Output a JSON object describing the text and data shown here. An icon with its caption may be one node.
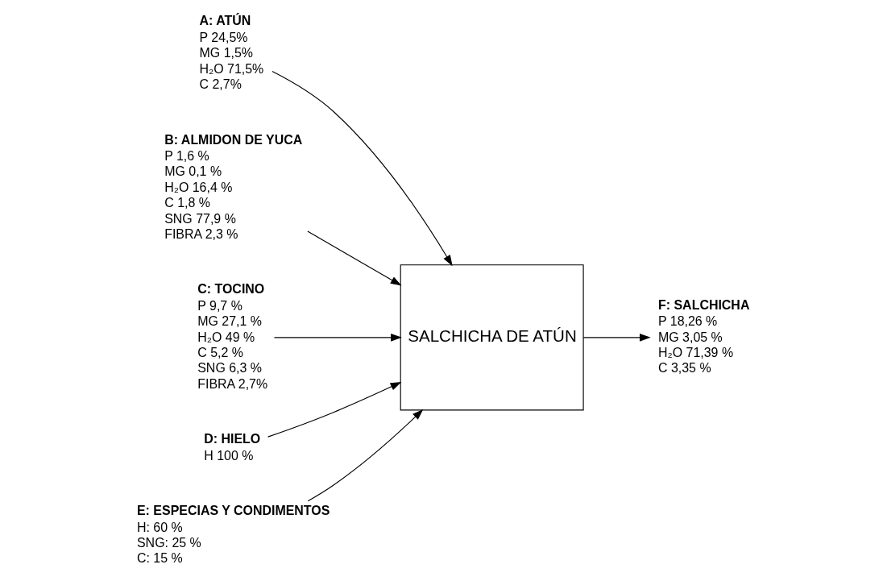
{
  "diagram": {
    "nodes": [
      {
        "text": [
          "A: ATÚN",
          "P 24,5%",
          "MG 1,5%",
          "H₂O 71,5%",
          "C 2,7%"
        ]
      },
      {
        "text": [
          "B: ALMIDON DE YUCA",
          "P 1,6 %",
          "MG 0,1 %",
          "H₂O 16,4 %",
          "C 1,8 %",
          "SNG 77,9 %",
          "FIBRA 2,3 %"
        ]
      },
      {
        "text": [
          "C: TOCINO",
          "P 9,7 %",
          "MG 27,1 %",
          "H₂O 49 %",
          "C 5,2 %",
          "SNG 6,3 %",
          "FIBRA 2,7%"
        ]
      },
      {
        "text": [
          "SALCHICHA DE ATÚN"
        ]
      },
      {
        "text": [
          "F: SALCHICHA",
          "P 18,26 %",
          "MG 3,05 %",
          "H₂O 71,39 %",
          "C 3,35 %"
        ]
      },
      {
        "text": [
          "D: HIELO",
          "H 100 %"
        ]
      },
      {
        "text": [
          "E: ESPECIAS Y CONDIMENTOS",
          "H: 60 %",
          "SNG: 25 %",
          "C: 15 %"
        ]
      }
    ],
    "edges": [
      {
        "from": 0,
        "to": 3,
        "arrow": "to"
      },
      {
        "from": 1,
        "to": 3,
        "arrow": "to"
      },
      {
        "from": 2,
        "to": 3,
        "arrow": "to"
      },
      {
        "from": 3,
        "to": 4,
        "arrow": "to"
      },
      {
        "from": 5,
        "to": 3,
        "arrow": "to"
      },
      {
        "from": 6,
        "to": 3,
        "arrow": "to"
      }
    ]
  }
}
